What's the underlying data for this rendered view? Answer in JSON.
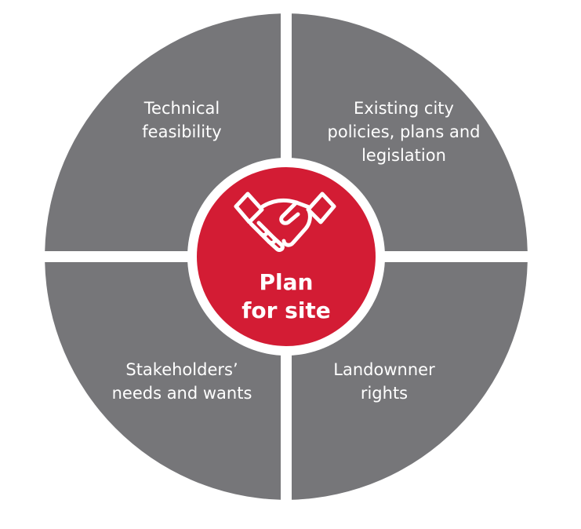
{
  "colors": {
    "quadrant": "#767679",
    "center": "#d31c34",
    "divider": "#ffffff",
    "text": "#ffffff"
  },
  "quadrants": {
    "top_left": {
      "lines": [
        "Technical",
        "feasibility"
      ]
    },
    "top_right": {
      "lines": [
        "Existing city",
        "policies, plans and",
        "legislation"
      ]
    },
    "bottom_left": {
      "lines": [
        "Stakeholders’",
        "needs and wants"
      ]
    },
    "bottom_right": {
      "lines": [
        "Landownner",
        "rights"
      ]
    }
  },
  "center": {
    "icon": "handshake-icon",
    "lines": [
      "Plan",
      "for site"
    ]
  }
}
